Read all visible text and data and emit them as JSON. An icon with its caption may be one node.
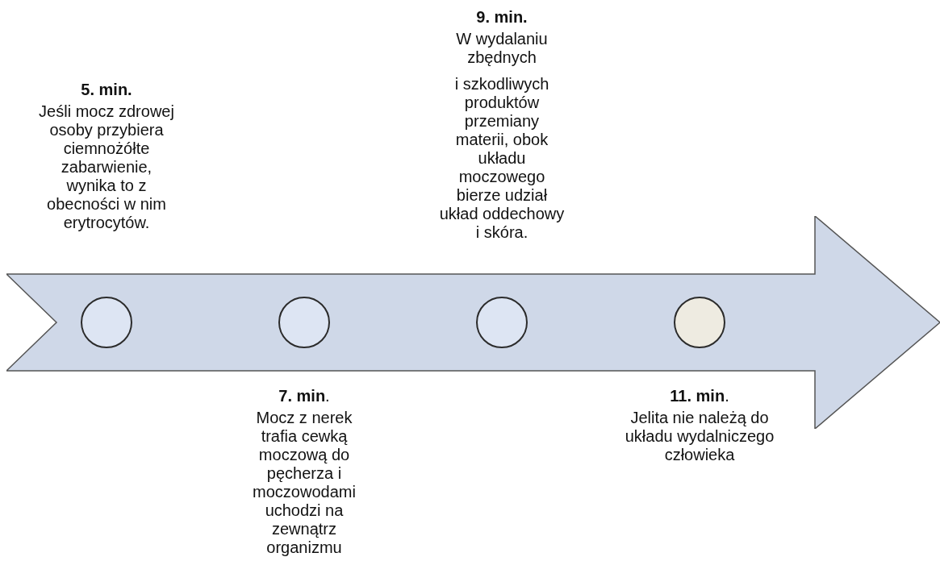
{
  "diagram": {
    "nodes": [
      {
        "text": [],
        "shape": "arrow"
      },
      {
        "text": [],
        "shape": "circle",
        "in": 0,
        "beside": [
          "5. min.",
          "Jeśli mocz zdrowej osoby przybiera ciemnożółte zabarwienie, wynika to z obecności w nim erytrocytów."
        ]
      },
      {
        "text": [],
        "shape": "circle",
        "in": 0,
        "beside": [
          "**7. min**.",
          "Mocz z nerek trafia cewką moczową do pęcherza i moczowodami uchodzi na zewnątrz organizmu"
        ]
      },
      {
        "text": [],
        "shape": "circle",
        "in": 0,
        "beside": [
          "9. min.",
          "W wydalaniu zbędnych",
          "i szkodliwych produktów przemiany materii, obok układu moczowego bierze udział układ oddechowy i skóra."
        ]
      },
      {
        "text": [],
        "shape": "circle",
        "in": 0,
        "beside": [
          "**11. min**.",
          "Jelita nie należą do układu wydalniczego człowieka"
        ]
      }
    ]
  }
}
